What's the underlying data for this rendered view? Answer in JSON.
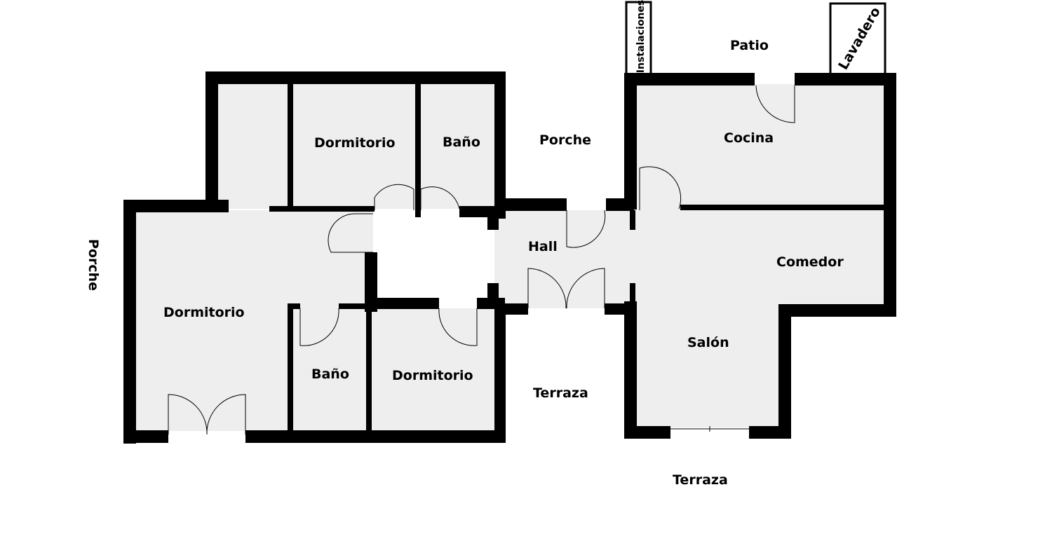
{
  "labels": {
    "porche_left": "Porche",
    "dormitorio_top": "Dormitorio",
    "bano_top": "Baño",
    "porche_top": "Porche",
    "dormitorio_left": "Dormitorio",
    "hall": "Hall",
    "bano_bottom": "Baño",
    "dormitorio_bottom": "Dormitorio",
    "terraza_mid": "Terraza",
    "instalaciones": "Instalaciones",
    "patio": "Patio",
    "lavadero": "Lavadero",
    "cocina": "Cocina",
    "comedor": "Comedor",
    "salon": "Salón",
    "terraza_bottom": "Terraza"
  },
  "colors": {
    "wall": "#000000",
    "floor": "#eeeeee",
    "background": "#ffffff"
  }
}
